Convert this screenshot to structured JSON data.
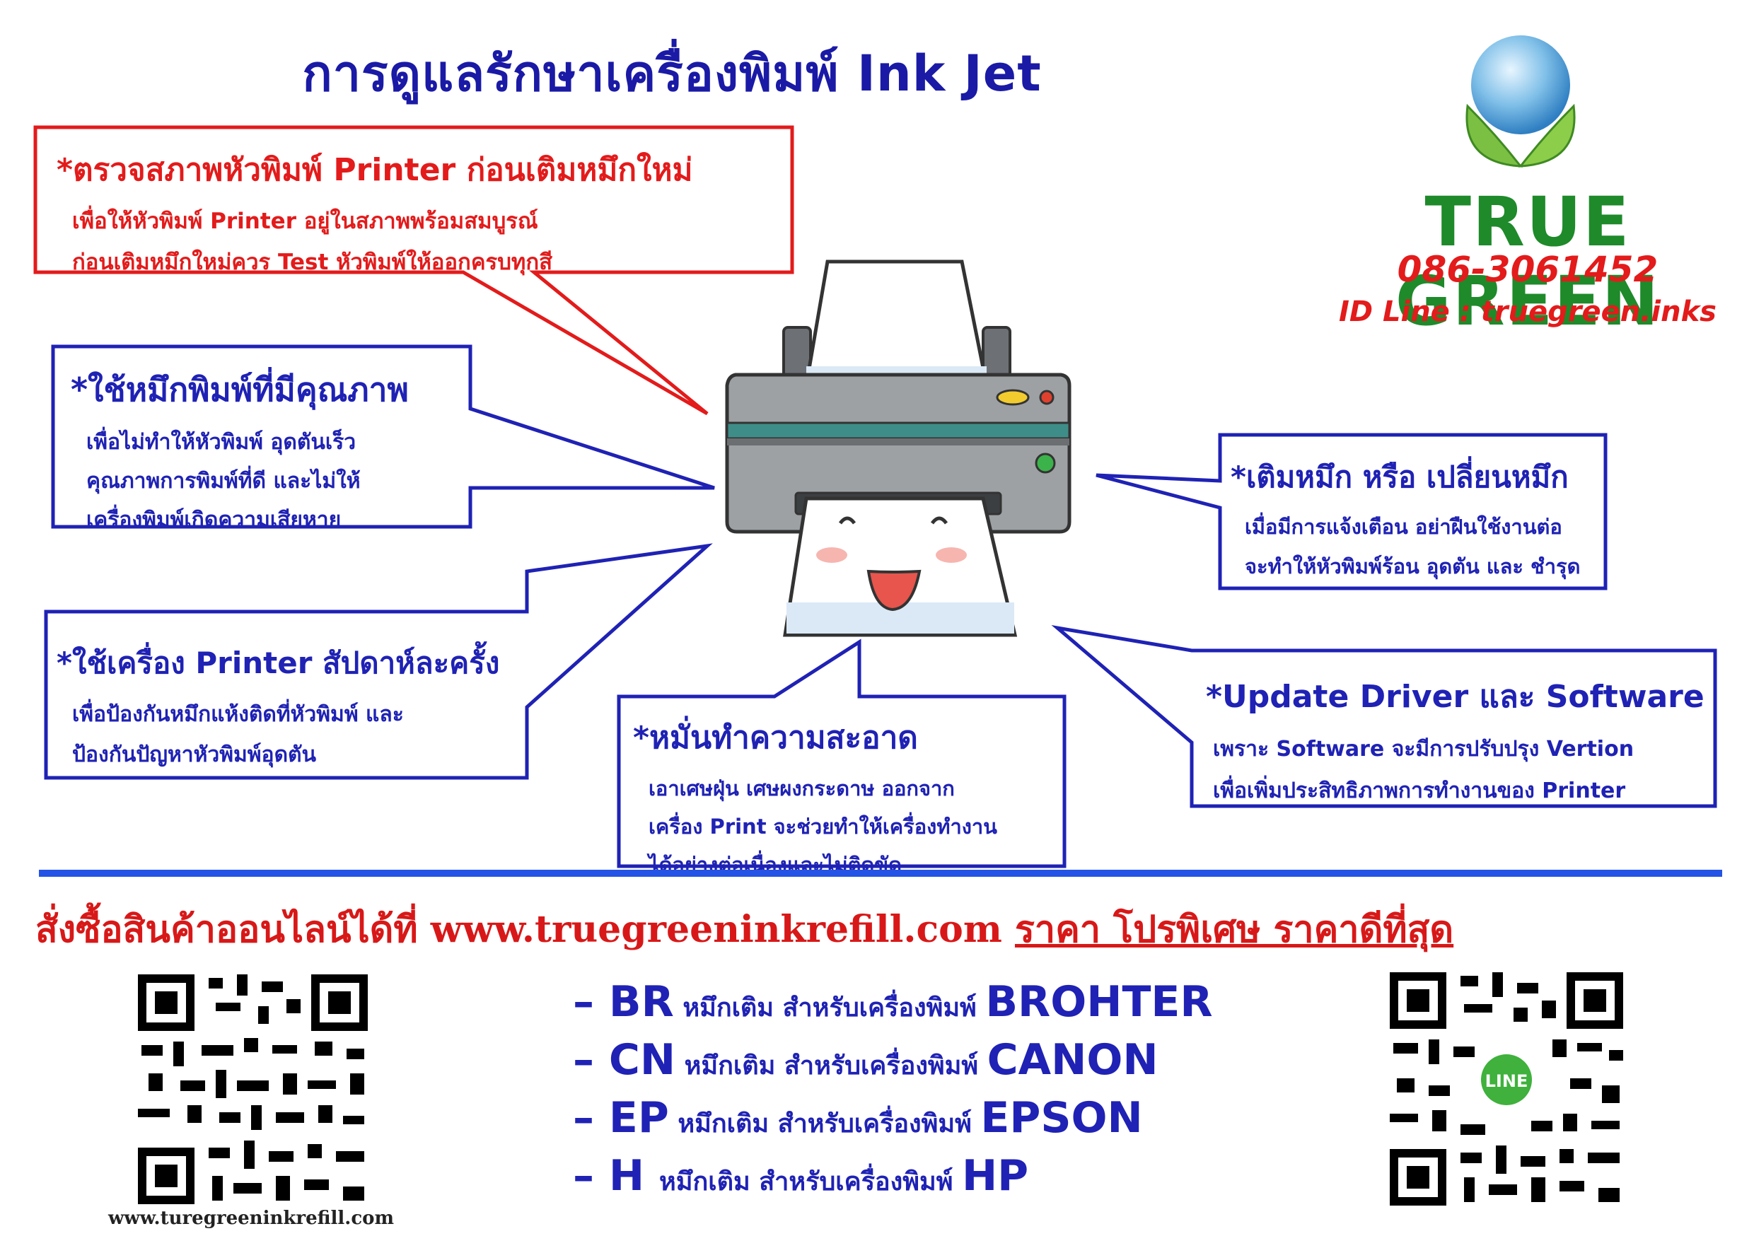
{
  "title": "การดูแลรักษาเครื่องพิมพ์ Ink Jet",
  "brand": {
    "name": "TRUE GREEN",
    "phone": "086-3061452",
    "line_id": "ID Line : truegreen.inks"
  },
  "tips": {
    "check_head": {
      "heading": "*ตรวจสภาพหัวพิมพ์ Printer ก่อนเติมหมึกใหม่",
      "line1": "เพื่อให้หัวพิมพ์ Printer อยู่ในสภาพพร้อมสมบูรณ์",
      "line2": "ก่อนเติมหมึกใหม่ควร Test หัวพิมพ์ให้ออกครบทุกสี"
    },
    "quality_ink": {
      "heading": "*ใช้หมึกพิมพ์ที่มีคุณภาพ",
      "line1": "เพื่อไม่ทำให้หัวพิมพ์ อุดตันเร็ว",
      "line2": "คุณภาพการพิมพ์ที่ดี และไม่ให้",
      "line3": "เครื่องพิมพ์เกิดความเสียหาย"
    },
    "weekly_use": {
      "heading": "*ใช้เครื่อง Printer สัปดาห์ละครั้ง",
      "line1": "เพื่อป้องกันหมึกแห้งติดที่หัวพิมพ์ และ",
      "line2": "ป้องกันปัญหาหัวพิมพ์อุดตัน"
    },
    "cleaning": {
      "heading": "*หมั่นทำความสะอาด",
      "line1": "เอาเศษฝุ่น เศษผงกระดาษ ออกจาก",
      "line2": "เครื่อง Print จะช่วยทำให้เครื่องทำงาน",
      "line3": "ได้อย่างต่อเนื่องและไม่ติดขัด"
    },
    "refill": {
      "heading": "*เติมหมึก หรือ เปลี่ยนหมึก",
      "line1": "เมื่อมีการแจ้งเตือน อย่าฝืนใช้งานต่อ",
      "line2": "จะทำให้หัวพิมพ์ร้อน อุดตัน และ ชำรุด"
    },
    "update": {
      "heading": "*Update Driver และ Software",
      "line1": "เพราะ Software จะมีการปรับปรุง Vertion",
      "line2": "เพื่อเพิ่มประสิทธิภาพการทำงานของ Printer"
    }
  },
  "order": {
    "prefix": "สั่งซื้อสินค้าออนไลน์ได้ที่ www.truegreeninkrefill.com ",
    "promo": "ราคา โปรพิเศษ ราคาดีที่สุด"
  },
  "products": [
    {
      "code": "– BR",
      "desc": " หมึกเติม สำหรับเครื่องพิมพ์ ",
      "brand": "BROHTER"
    },
    {
      "code": "– CN",
      "desc": " หมึกเติม สำหรับเครื่องพิมพ์ ",
      "brand": "CANON"
    },
    {
      "code": "– EP",
      "desc": " หมึกเติม สำหรับเครื่องพิมพ์ ",
      "brand": "EPSON"
    },
    {
      "code": "– H ",
      "desc": " หมึกเติม สำหรับเครื่องพิมพ์ ",
      "brand": "HP"
    }
  ],
  "qr_caption": "www.turegreeninkrefill.com",
  "line_badge": "LINE",
  "colors": {
    "title_blue": "#1a1aa6",
    "callout_red": "#e31b1b",
    "callout_blue": "#1f22b4",
    "brand_green": "#1e8a2a",
    "rule_blue": "#2454e6"
  }
}
